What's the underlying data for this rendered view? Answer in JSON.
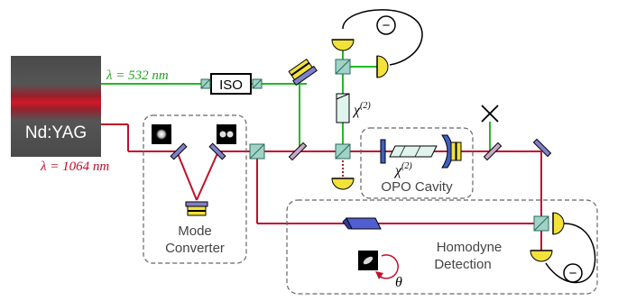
{
  "laser": {
    "name": "Nd:YAG",
    "green_label": "λ = 532 nm",
    "red_label": "λ = 1064 nm"
  },
  "components": {
    "isolator": "ISO",
    "chi2": "χ",
    "chi2_sup": "(2)",
    "opo_label": "OPO Cavity",
    "mode_converter_line1": "Mode",
    "mode_converter_line2": "Converter",
    "homodyne_line1": "Homodyne",
    "homodyne_line2": "Detection",
    "theta": "θ",
    "minus": "−"
  },
  "colors": {
    "green_beam": "#22bb22",
    "red_beam": "#c0102a",
    "splitter": "#9fd3c7",
    "detector": "#f2e23a",
    "crystal": "#dff4ec",
    "mirror": "#7f82c9",
    "cavity_mirror": "#3f5fc4"
  }
}
